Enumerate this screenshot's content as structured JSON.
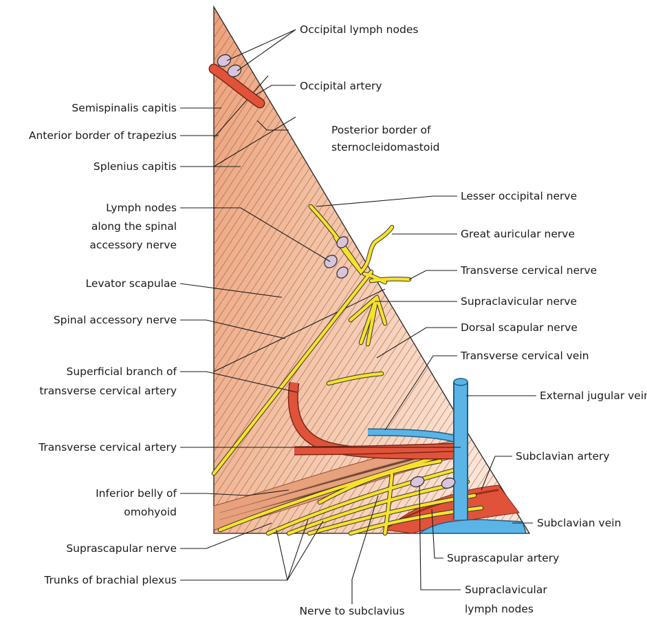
{
  "labels": {
    "occipital_lymph_nodes": "Occipital lymph nodes",
    "occipital_artery": "Occipital artery",
    "semispinalis_capitis": "Semispinalis capitis",
    "anterior_border_trapezius": "Anterior border of trapezius",
    "posterior_border_scm_1": "Posterior border of",
    "posterior_border_scm_2": "sternocleidomastoid",
    "splenius_capitis": "Splenius capitis",
    "lymph_nodes_1": "Lymph nodes",
    "lymph_nodes_2": "along the spinal",
    "lymph_nodes_3": "accessory nerve",
    "lesser_occipital_nerve": "Lesser occipital nerve",
    "great_auricular_nerve": "Great auricular nerve",
    "transverse_cervical_nerve": "Transverse cervical nerve",
    "levator_scapulae": "Levator scapulae",
    "supraclavicular_nerve": "Supraclavicular nerve",
    "spinal_accessory_nerve": "Spinal accessory nerve",
    "dorsal_scapular_nerve": "Dorsal scapular nerve",
    "transverse_cervical_vein": "Transverse cervical vein",
    "superficial_branch_1": "Superficial branch of",
    "superficial_branch_2": "transverse cervical artery",
    "external_jugular_vein": "External jugular vein",
    "transverse_cervical_artery": "Transverse cervical artery",
    "subclavian_artery": "Subclavian artery",
    "inferior_belly_1": "Inferior belly of",
    "inferior_belly_2": "omohyoid",
    "subclavian_vein": "Subclavian vein",
    "suprascapular_nerve": "Suprascapular nerve",
    "suprascapular_artery": "Suprascapular artery",
    "trunks_brachial_plexus": "Trunks of brachial plexus",
    "supraclavicular_lymph_nodes_1": "Supraclavicular",
    "supraclavicular_lymph_nodes_2": "lymph nodes",
    "nerve_to_subclavius": "Nerve to subclavius"
  },
  "colors": {
    "muscle": "#f2c2a8",
    "muscle_dark": "#e8996f",
    "artery": "#e0533a",
    "vein": "#5bb4e6",
    "nerve": "#f7e22a",
    "lymph_node": "#d9c4dd"
  }
}
